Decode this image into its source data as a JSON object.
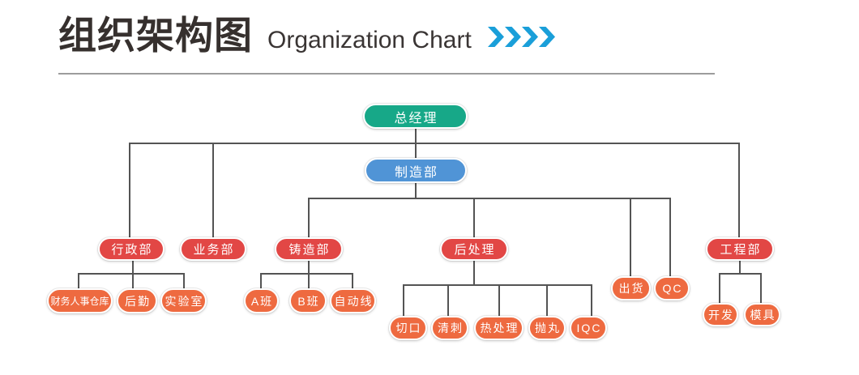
{
  "header": {
    "title_cn": "组织架构图",
    "title_en": "Organization Chart",
    "chevrons_icon": "quad-chevron-right",
    "accent_color": "#1a9fd9"
  },
  "palette": {
    "executive": "#17a888",
    "manufacturing": "#5094d6",
    "department": "#e24745",
    "team": "#ee6a40",
    "connector": "#545454",
    "divider": "#9c9c9c",
    "title_text": "#36302e"
  },
  "org": {
    "nodes": [
      {
        "label": "总经理",
        "role": "executive",
        "parent": null
      },
      {
        "label": "制造部",
        "role": "manufacturing",
        "parent": "总经理"
      },
      {
        "label": "行政部",
        "role": "department",
        "parent": "总经理"
      },
      {
        "label": "业务部",
        "role": "department",
        "parent": "总经理"
      },
      {
        "label": "铸造部",
        "role": "department",
        "parent": "制造部"
      },
      {
        "label": "后处理",
        "role": "department",
        "parent": "制造部"
      },
      {
        "label": "工程部",
        "role": "department",
        "parent": "总经理"
      },
      {
        "label": "财务人事仓库",
        "role": "team",
        "parent": "行政部"
      },
      {
        "label": "后勤",
        "role": "team",
        "parent": "行政部"
      },
      {
        "label": "实验室",
        "role": "team",
        "parent": "行政部"
      },
      {
        "label": "A班",
        "role": "team",
        "parent": "铸造部"
      },
      {
        "label": "B班",
        "role": "team",
        "parent": "铸造部"
      },
      {
        "label": "自动线",
        "role": "team",
        "parent": "铸造部"
      },
      {
        "label": "切口",
        "role": "team",
        "parent": "后处理"
      },
      {
        "label": "清刺",
        "role": "team",
        "parent": "后处理"
      },
      {
        "label": "热处理",
        "role": "team",
        "parent": "后处理"
      },
      {
        "label": "抛丸",
        "role": "team",
        "parent": "后处理"
      },
      {
        "label": "IQC",
        "role": "team",
        "parent": "后处理"
      },
      {
        "label": "出货",
        "role": "team",
        "parent": "制造部"
      },
      {
        "label": "QC",
        "role": "team",
        "parent": "制造部"
      },
      {
        "label": "开发",
        "role": "team",
        "parent": "工程部"
      },
      {
        "label": "模具",
        "role": "team",
        "parent": "工程部"
      }
    ],
    "hierarchy": {
      "总经理": {
        "行政部": [
          "财务人事仓库",
          "后勤",
          "实验室"
        ],
        "业务部": [],
        "制造部": {
          "铸造部": [
            "A班",
            "B班",
            "自动线"
          ],
          "后处理": [
            "切口",
            "清刺",
            "热处理",
            "抛丸",
            "IQC"
          ],
          "出货": [],
          "QC": []
        },
        "工程部": [
          "开发",
          "模具"
        ]
      }
    }
  }
}
